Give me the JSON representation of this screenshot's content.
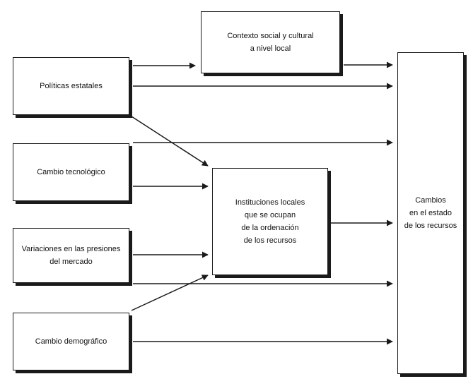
{
  "nodes": {
    "politicas": {
      "label": "Políticas estatales"
    },
    "tecnologico": {
      "label": "Cambio tecnológico"
    },
    "mercado": {
      "label": "Variaciones en las presiones\ndel mercado"
    },
    "demografico": {
      "label": "Cambio demográfico"
    },
    "contexto": {
      "label": "Contexto social y cultural\na nivel local"
    },
    "instituciones": {
      "label": "Instituciones locales\nque se ocupan\nde la ordenación\nde los recursos"
    },
    "cambios": {
      "label": "Cambios\nen el estado\nde los recursos"
    }
  },
  "colors": {
    "line": "#1a1a1a",
    "box_fill": "#ffffff"
  }
}
